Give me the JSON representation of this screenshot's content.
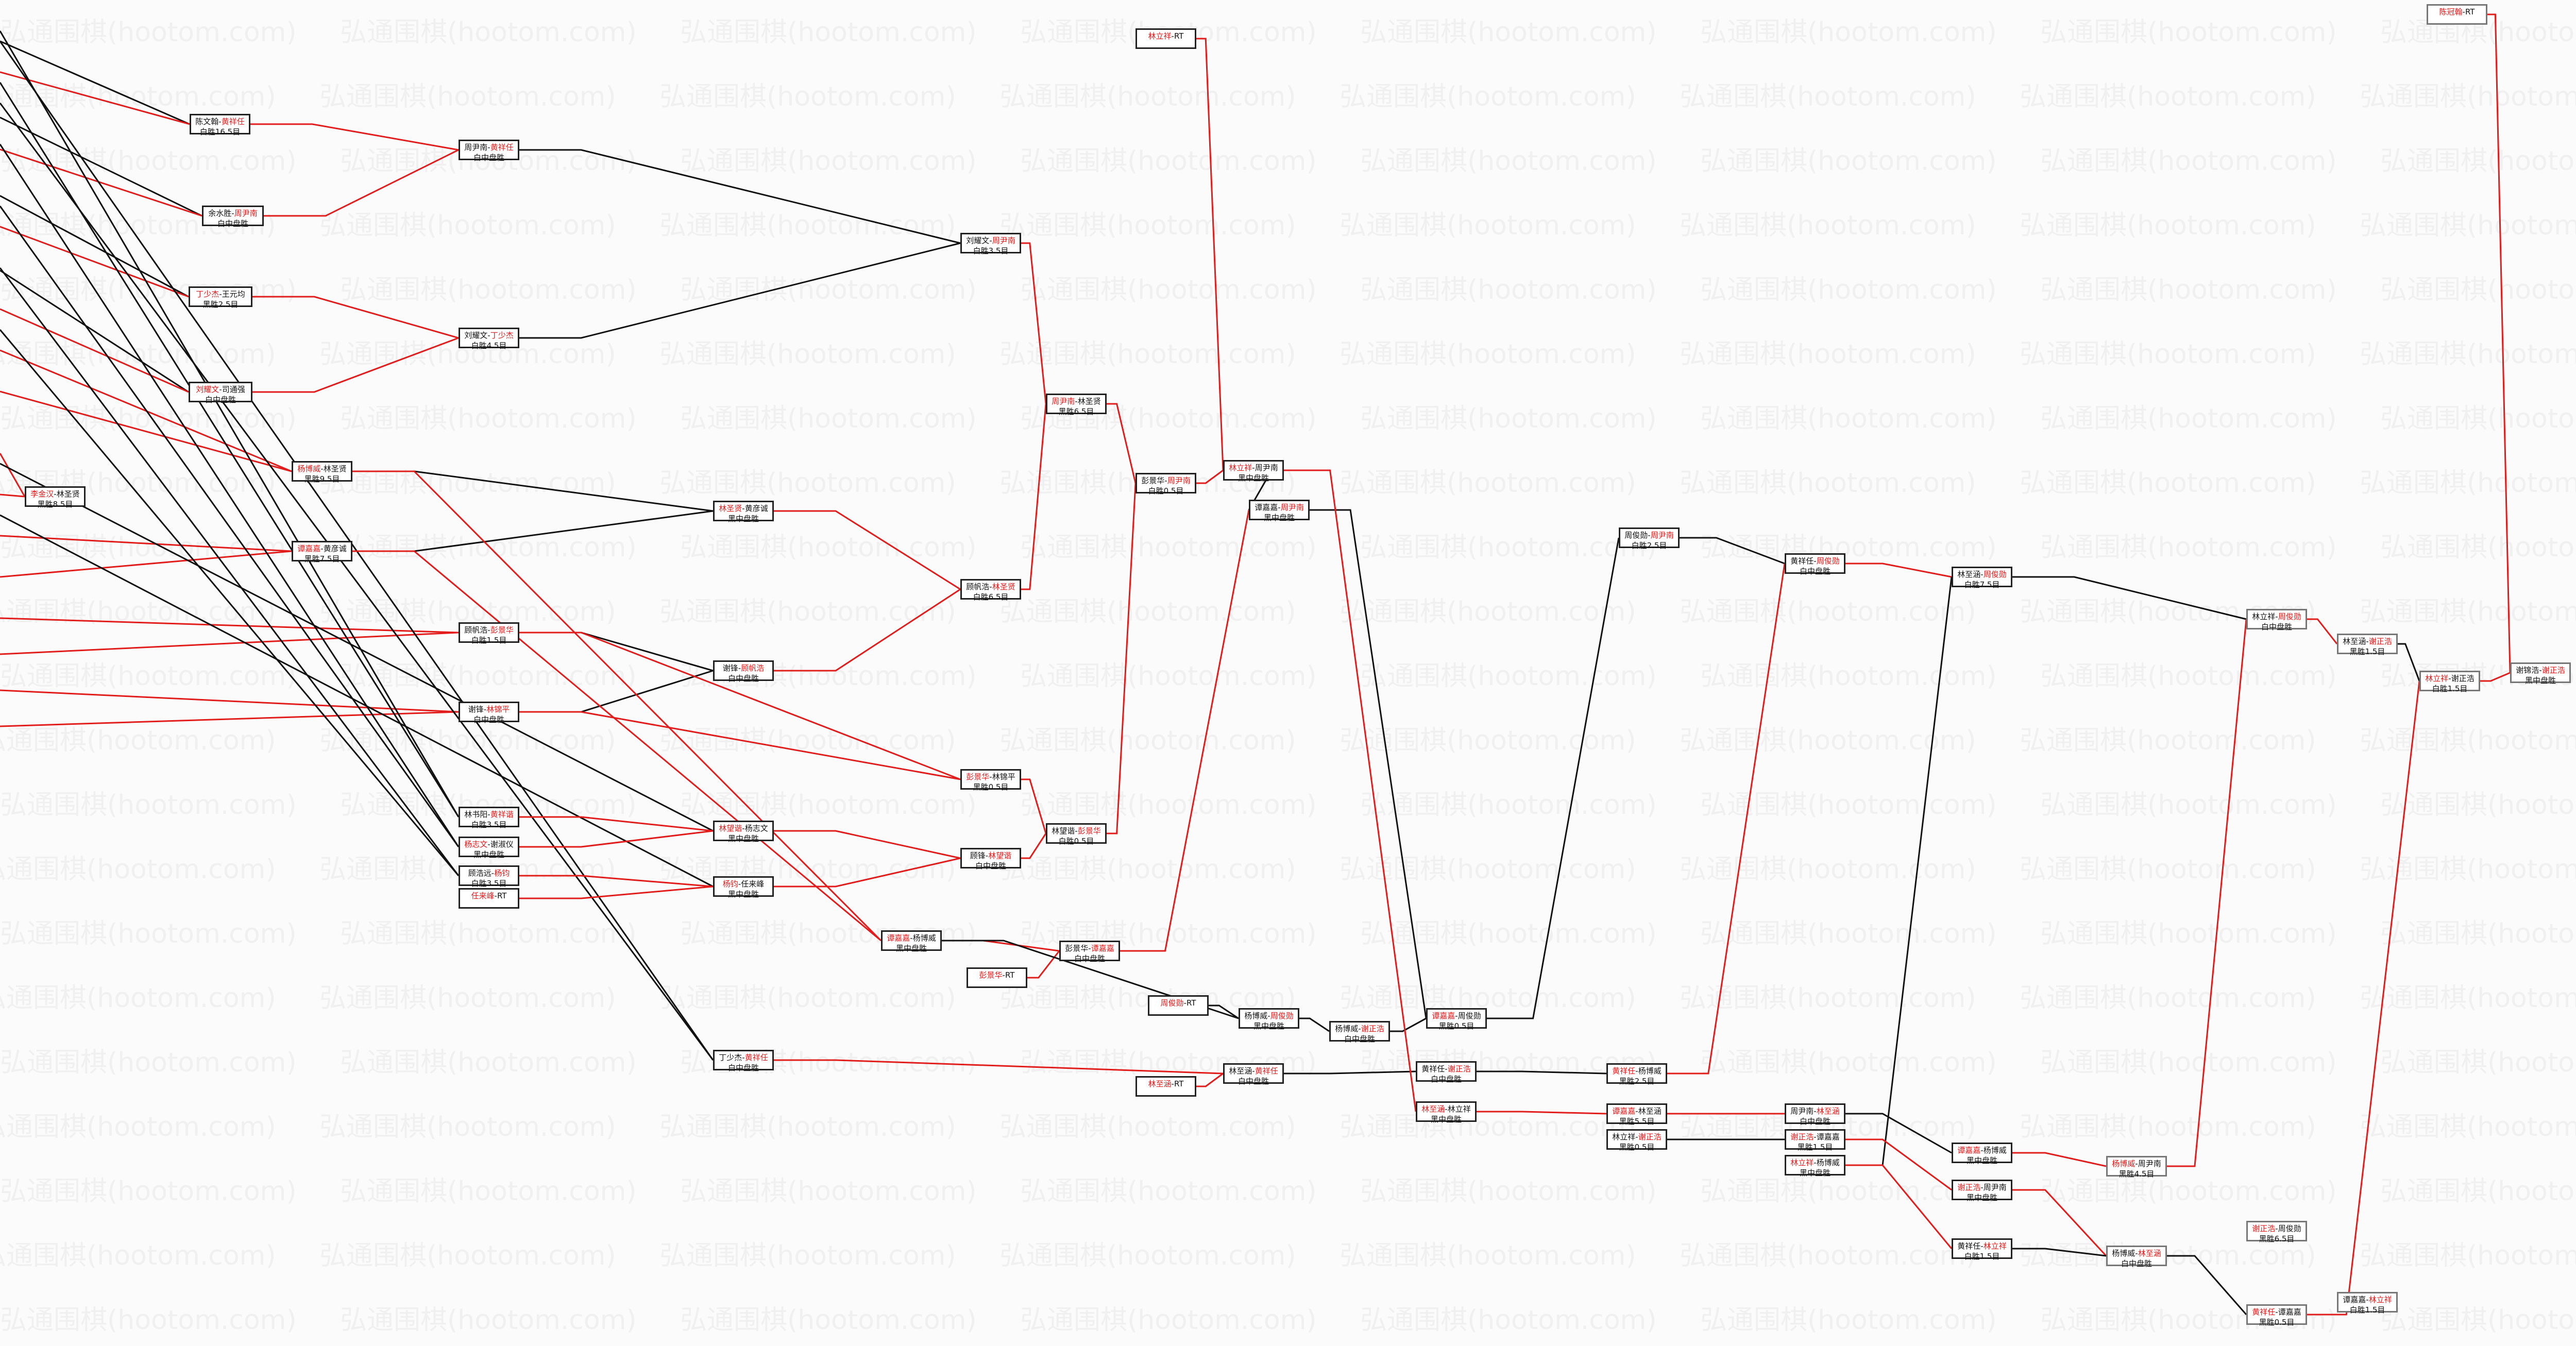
{
  "watermark": "弘通围棋(hootom.com)",
  "colors": {
    "win_line": "#e21b1b",
    "loss_line": "#111111",
    "winner_text": "#e21b1b"
  },
  "nodes": {
    "n_chen_1": {
      "p1": "陈文翰",
      "sep": "-",
      "p2": "黄祥任",
      "win": "p2",
      "result": "白胜16.5目"
    },
    "n_yu_zhou": {
      "p1": "余水胜",
      "sep": "-",
      "p2": "周尹南",
      "win": "p2",
      "result": "白中盘胜"
    },
    "n_ding_wang": {
      "p1": "丁少杰",
      "sep": "-",
      "p2": "王元均",
      "win": "p1",
      "result": "黑胜2.5目"
    },
    "n_liu_si": {
      "p1": "刘耀文",
      "sep": "-",
      "p2": "司通强",
      "win": "p1",
      "result": "白中盘胜"
    },
    "n_li_lin": {
      "p1": "李金汉",
      "sep": "-",
      "p2": "林圣贤",
      "win": "p1",
      "result": "黑胜8.5目"
    },
    "n_zhou_huang": {
      "p1": "周尹南",
      "sep": "-",
      "p2": "黄祥任",
      "win": "p2",
      "result": "白中盘胜"
    },
    "n_liu_ding": {
      "p1": "刘耀文",
      "sep": "-",
      "p2": "丁少杰",
      "win": "p2",
      "result": "白胜4.5目"
    },
    "n_yang_lin": {
      "p1": "杨博威",
      "sep": "-",
      "p2": "林圣贤",
      "win": "p1",
      "result": "黑胜9.5目"
    },
    "n_tan_huang": {
      "p1": "谭嘉嘉",
      "sep": "-",
      "p2": "黄彦诚",
      "win": "p1",
      "result": "黑胜7.5目"
    },
    "n_gu_peng": {
      "p1": "顾帆浩",
      "sep": "-",
      "p2": "彭景华",
      "win": "p2",
      "result": "白胜1.5目"
    },
    "n_xie_lin": {
      "p1": "谢锋",
      "sep": "-",
      "p2": "林锦平",
      "win": "p2",
      "result": "白中盘胜"
    },
    "n_lin_huang4": {
      "p1": "林书阳",
      "sep": "-",
      "p2": "黄祥谐",
      "win": "p2",
      "result": "白胜3.5目"
    },
    "n_yang_tiao": {
      "p1": "杨志文",
      "sep": "-",
      "p2": "谢淑仪",
      "win": "p1",
      "result": "黑中盘胜"
    },
    "n_gu_yang": {
      "p1": "顾浩远",
      "sep": "-",
      "p2": "杨钧",
      "win": "p2",
      "result": "白胜3.5目"
    },
    "n_ren_bye": {
      "p1": "任来峰",
      "sep": "-",
      "p2": "RT",
      "win": "p1",
      "result": ""
    },
    "n_liu_zhou": {
      "p1": "刘耀文",
      "sep": "-",
      "p2": "周尹南",
      "win": "p2",
      "result": "白胜3.5目"
    },
    "n_lin_huang2": {
      "p1": "林圣贤",
      "sep": "-",
      "p2": "黄彦诚",
      "win": "p1",
      "result": "黑中盘胜"
    },
    "n_xie_gu": {
      "p1": "谢锋",
      "sep": "-",
      "p2": "顾帆浩",
      "win": "p2",
      "result": "白中盘胜"
    },
    "n_zhou_lin": {
      "p1": "周尹南",
      "sep": "-",
      "p2": "林圣贤",
      "win": "p1",
      "result": "黑胜6.5目"
    },
    "n_gu_lin": {
      "p1": "顾帆浩",
      "sep": "-",
      "p2": "林圣贤",
      "win": "p2",
      "result": "白胜6.5目"
    },
    "n_peng_lin": {
      "p1": "彭景华",
      "sep": "-",
      "p2": "林锦平",
      "win": "p1",
      "result": "黑胜0.5目"
    },
    "n_lin_yang": {
      "p1": "林望谐",
      "sep": "-",
      "p2": "杨志文",
      "win": "p1",
      "result": "黑中盘胜"
    },
    "n_yang_ren": {
      "p1": "杨钧",
      "sep": "-",
      "p2": "任来峰",
      "win": "p1",
      "result": "黑中盘胜"
    },
    "n_gu_lin2": {
      "p1": "顾锋",
      "sep": "-",
      "p2": "林望谐",
      "win": "p2",
      "result": "白中盘胜"
    },
    "n_lin_peng": {
      "p1": "林望谐",
      "sep": "-",
      "p2": "彭景华",
      "win": "p2",
      "result": "白胜0.5目"
    },
    "n_tan_yang": {
      "p1": "谭嘉嘉",
      "sep": "-",
      "p2": "杨博威",
      "win": "p1",
      "result": "黑中盘胜"
    },
    "n_ding_huang": {
      "p1": "丁少杰",
      "sep": "-",
      "p2": "黄祥任",
      "win": "p2",
      "result": "白中盘胜"
    },
    "n_peng_zhou": {
      "p1": "彭景华",
      "sep": "-",
      "p2": "周尹南",
      "win": "p2",
      "result": "白胜0.5目"
    },
    "n_peng_tan": {
      "p1": "彭景华",
      "sep": "-",
      "p2": "谭嘉嘉",
      "win": "p2",
      "result": "白中盘胜"
    },
    "n_peng_bye": {
      "p1": "彭景华",
      "sep": "-",
      "p2": "RT",
      "win": "p1",
      "result": ""
    },
    "n_lin_bye1": {
      "p1": "林立祥",
      "sep": "-",
      "p2": "RT",
      "win": "p1",
      "result": ""
    },
    "n_lin_zhou": {
      "p1": "林立祥",
      "sep": "-",
      "p2": "周尹南",
      "win": "p1",
      "result": "黑中盘胜"
    },
    "n_tan_zhou": {
      "p1": "谭嘉嘉",
      "sep": "-",
      "p2": "周尹南",
      "win": "p2",
      "result": "黑中盘胜"
    },
    "n_zhou_bye": {
      "p1": "周俊勋",
      "sep": "-",
      "p2": "RT",
      "win": "p1",
      "result": ""
    },
    "n_yang_zhou": {
      "p1": "杨博威",
      "sep": "-",
      "p2": "周俊勋",
      "win": "p2",
      "result": "黑中盘胜"
    },
    "n_yang_xie": {
      "p1": "杨博威",
      "sep": "-",
      "p2": "谢正浩",
      "win": "p2",
      "result": "白中盘胜"
    },
    "n_lin_bye2": {
      "p1": "林至涵",
      "sep": "-",
      "p2": "RT",
      "win": "p1",
      "result": ""
    },
    "n_lin_huang3": {
      "p1": "林至涵",
      "sep": "-",
      "p2": "黄祥任",
      "win": "p2",
      "result": "白中盘胜"
    },
    "n_tan_zhou2": {
      "p1": "谭嘉嘉",
      "sep": "-",
      "p2": "周俊勋",
      "win": "p1",
      "result": "黑胜0.5目"
    },
    "n_huang_xie": {
      "p1": "黄祥任",
      "sep": "-",
      "p2": "谢正浩",
      "win": "p2",
      "result": "白中盘胜"
    },
    "n_lin_lin": {
      "p1": "林至涵",
      "sep": "-",
      "p2": "林立祥",
      "win": "p1",
      "result": "黑中盘胜"
    },
    "n_zhou_zhou": {
      "p1": "周俊勋",
      "sep": "-",
      "p2": "周尹南",
      "win": "p2",
      "result": "白胜2.5目"
    },
    "n_huang_yang": {
      "p1": "黄祥任",
      "sep": "-",
      "p2": "杨博威",
      "win": "p1",
      "result": "黑胜2.5目"
    },
    "n_tan_lin": {
      "p1": "谭嘉嘉",
      "sep": "-",
      "p2": "林至涵",
      "win": "p1",
      "result": "黑胜5.5目"
    },
    "n_lin_xie": {
      "p1": "林立祥",
      "sep": "-",
      "p2": "谢正浩",
      "win": "p2",
      "result": "黑胜0.5目"
    },
    "n_huang_zhou": {
      "p1": "黄祥任",
      "sep": "-",
      "p2": "周俊勋",
      "win": "p2",
      "result": "白中盘胜"
    },
    "n_zhou_lin2": {
      "p1": "周尹南",
      "sep": "-",
      "p2": "林至涵",
      "win": "p2",
      "result": "白中盘胜"
    },
    "n_xie_tan": {
      "p1": "谢正浩",
      "sep": "-",
      "p2": "谭嘉嘉",
      "win": "p1",
      "result": "黑胜1.5目"
    },
    "n_lin_yang2": {
      "p1": "林立祥",
      "sep": "-",
      "p2": "杨博威",
      "win": "p1",
      "result": "黑中盘胜"
    },
    "n_lin_zhou2": {
      "p1": "林至涵",
      "sep": "-",
      "p2": "周俊勋",
      "win": "p2",
      "result": "白胜7.5目"
    },
    "n_tan_yang2": {
      "p1": "谭嘉嘉",
      "sep": "-",
      "p2": "杨博威",
      "win": "p1",
      "result": "黑中盘胜"
    },
    "n_xie_zhou": {
      "p1": "谢正浩",
      "sep": "-",
      "p2": "周尹南",
      "win": "p1",
      "result": "黑中盘胜"
    },
    "n_huang_lin": {
      "p1": "黄祥任",
      "sep": "-",
      "p2": "林立祥",
      "win": "p2",
      "result": "白胜1.5目"
    },
    "n_yang_zhou2": {
      "p1": "杨博威",
      "sep": "-",
      "p2": "周尹南",
      "win": "p1",
      "result": "黑胜4.5目"
    },
    "n_yang_lin2": {
      "p1": "杨博威",
      "sep": "-",
      "p2": "林至涵",
      "win": "p2",
      "result": "白中盘胜"
    },
    "n_xie_zhou2": {
      "p1": "谢正浩",
      "sep": "-",
      "p2": "周俊勋",
      "win": "p1",
      "result": "黑胜6.5目"
    },
    "n_lin_zhou3": {
      "p1": "林立祥",
      "sep": "-",
      "p2": "周俊勋",
      "win": "p2",
      "result": "白中盘胜"
    },
    "n_huang_tan": {
      "p1": "黄祥任",
      "sep": "-",
      "p2": "谭嘉嘉",
      "win": "p1",
      "result": "黑胜0.5目"
    },
    "n_lin_xie2": {
      "p1": "林至涵",
      "sep": "-",
      "p2": "谢正浩",
      "win": "p2",
      "result": "黑胜1.5目"
    },
    "n_tan_lin3": {
      "p1": "谭嘉嘉",
      "sep": "-",
      "p2": "林立祥",
      "win": "p2",
      "result": "白胜1.5目"
    },
    "n_lin_xie3": {
      "p1": "林立祥",
      "sep": "-",
      "p2": "谢正浩",
      "win": "p1",
      "result": "白胜1.5目"
    },
    "n_xie_lin4": {
      "p1": "谢锦浩",
      "sep": "-",
      "p2": "谢正浩",
      "win": "p2",
      "result": "黑中盘胜"
    },
    "n_chen_bye": {
      "p1": "陈冠翰",
      "sep": "-",
      "p2": "RT",
      "win": "p1",
      "result": ""
    }
  }
}
